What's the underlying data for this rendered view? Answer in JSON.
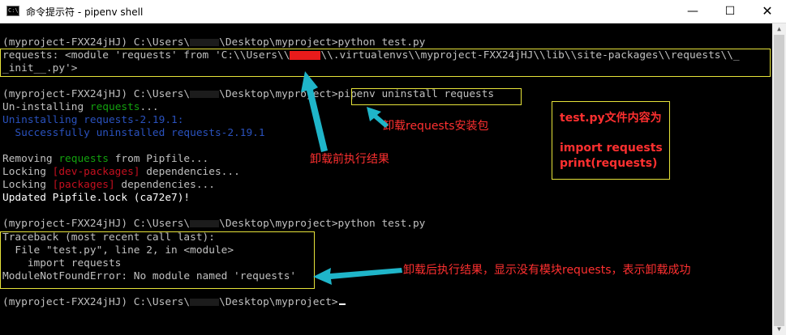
{
  "window": {
    "title": "命令提示符 - pipenv  shell",
    "app_icon_label": "C:\\",
    "controls": {
      "minimize": "—",
      "maximize": "☐",
      "close": "✕"
    }
  },
  "console": {
    "l1_prefix": "(myproject-FXX24jHJ) C:\\Users\\",
    "l1_suffix": "\\Desktop\\myproject>python test.py",
    "l2_prefix": "requests: <module 'requests' from 'C:\\\\Users\\\\",
    "l2_suffix": "\\\\.virtualenvs\\\\myproject-FXX24jHJ\\\\lib\\\\site-packages\\\\requests\\\\_",
    "l3": "_init__.py'>",
    "l4_prefix": "(myproject-FXX24jHJ) C:\\Users\\",
    "l4_mid": "\\Desktop\\myproject>",
    "l4_cmd": "pipenv uninstall requests",
    "l5_a": "Un-installing ",
    "l5_b": "requests",
    "l5_c": "...",
    "l6": "Uninstalling requests-2.19.1:",
    "l7": "  Successfully uninstalled requests-2.19.1",
    "l9_a": "Removing ",
    "l9_b": "requests",
    "l9_c": " from Pipfile...",
    "l10_a": "Locking ",
    "l10_b": "[dev-packages]",
    "l10_c": " dependencies...",
    "l11_a": "Locking ",
    "l11_b": "[packages]",
    "l11_c": " dependencies...",
    "l12": "Updated Pipfile.lock (ca72e7)!",
    "l14_prefix": "(myproject-FXX24jHJ) C:\\Users\\",
    "l14_suffix": "\\Desktop\\myproject>python test.py",
    "l15": "Traceback (most recent call last):",
    "l16": "  File \"test.py\", line 2, in <module>",
    "l17": "    import requests",
    "l18": "ModuleNotFoundError: No module named 'requests'",
    "l20_prefix": "(myproject-FXX24jHJ) C:\\Users\\",
    "l20_suffix": "\\Desktop\\myproject>"
  },
  "annotations": {
    "note_line1": "test.py文件内容为",
    "note_line2": "import requests",
    "note_line3": "print(requests)",
    "uninstall_label": "卸载requests安装包",
    "before_label": "卸载前执行结果",
    "after_label": "卸载后执行结果，显示没有模块requests，表示卸载成功"
  },
  "colors": {
    "annotation_red": "#ff3030",
    "box_yellow": "#e6e33a",
    "arrow_cyan": "#1fb5c9",
    "console_green": "#13a10e",
    "console_blue": "#2a52be",
    "console_red": "#c50f1f"
  }
}
